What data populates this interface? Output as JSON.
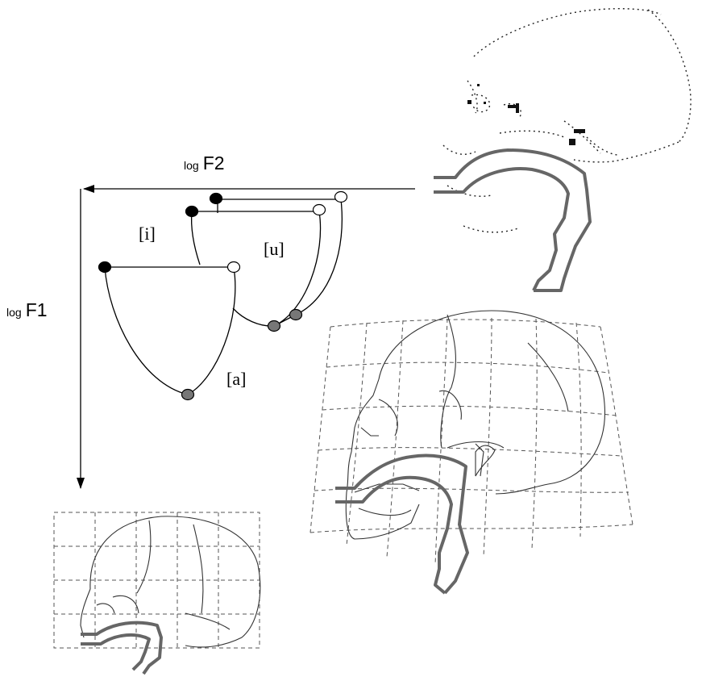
{
  "axes": {
    "f2": {
      "prefix": "log",
      "label": "F2"
    },
    "f1": {
      "prefix": "log",
      "label": "F1"
    }
  },
  "vowels": {
    "i": "[i]",
    "u": "[u]",
    "a": "[a]"
  },
  "colors": {
    "vocal_tract": "#666666",
    "point_front": "#000000",
    "point_back": "#ffffff",
    "point_open": "#777777",
    "grid": "#555555"
  },
  "figures": [
    "adult-skull-with-grid",
    "infant-skull-with-grid",
    "primate-skull-sketch"
  ]
}
